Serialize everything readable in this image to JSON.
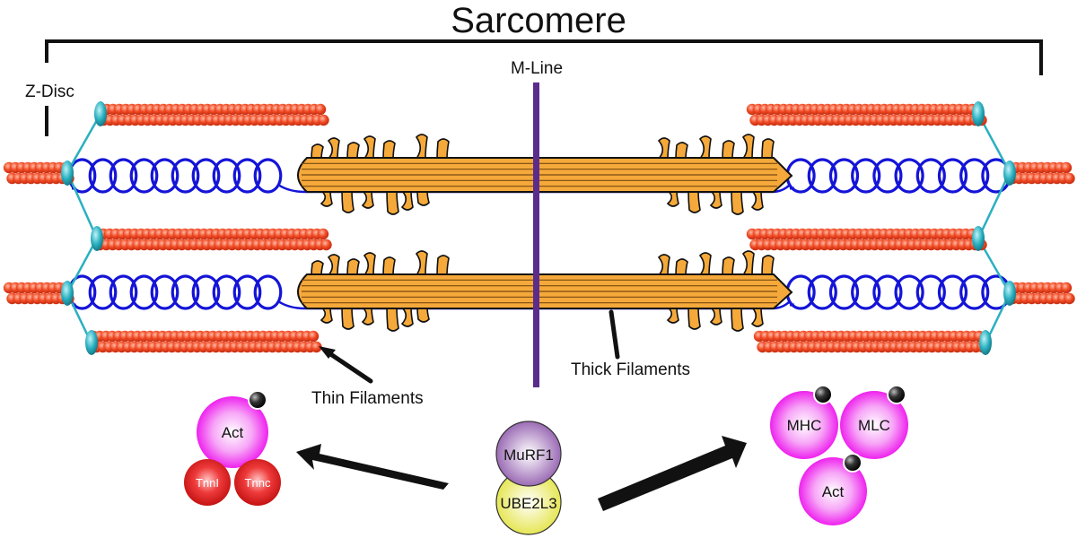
{
  "title": "Sarcomere",
  "labels": {
    "z_disc": "Z-Disc",
    "m_line": "M-Line",
    "thin_filaments": "Thin Filaments",
    "thick_filaments": "Thick Filaments"
  },
  "proteins": {
    "left_group": {
      "act": "Act",
      "tnni": "TnnI",
      "tnnc": "Tnnc"
    },
    "center_complex": {
      "top": "MuRF1",
      "bottom": "UBE2L3"
    },
    "right_group": {
      "mhc": "MHC",
      "mlc": "MLC",
      "act": "Act"
    }
  },
  "colors": {
    "actin": "#f04a24",
    "titin_spring": "#1414d8",
    "thick_filament": "#f5a93a",
    "m_line": "#5b2c8c",
    "z_disc_node": "#2ab0c0",
    "magenta_protein": "#ee22ee",
    "red_protein": "#d81a1a",
    "murf1": "#9b6bb5",
    "ube2l3": "#e8e85a",
    "ubiquitin": "#111111"
  }
}
